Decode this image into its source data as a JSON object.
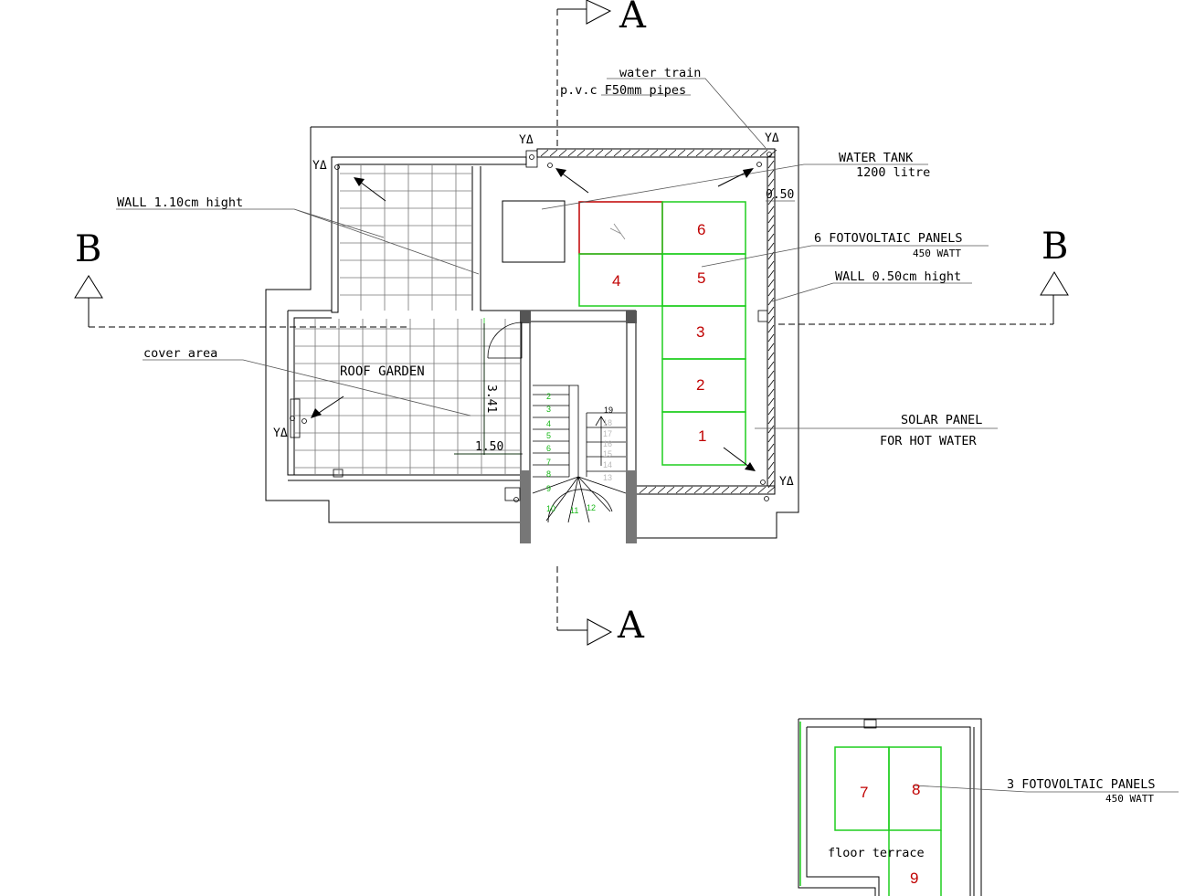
{
  "section_marks": {
    "a_top": "A",
    "a_bottom": "A",
    "b_left": "B",
    "b_right": "B"
  },
  "labels": {
    "water_train": "water train",
    "pvc_pipes": "p.v.c F50mm pipes",
    "water_tank": "WATER TANK",
    "water_tank_capacity": "1200 litre",
    "dim_050": "0.50",
    "wall_110": "WALL 1.10cm hight",
    "fv_panels_6": "6 FOTOVOLTAIC PANELS",
    "fv_watt_6": "450  WATT",
    "wall_050": "WALL  0.50cm hight",
    "cover_area": "cover area",
    "roof_garden": "ROOF  GARDEN",
    "dim_341": "3.41",
    "dim_150": "1.50",
    "solar_panel": "SOLAR  PANEL",
    "for_hot_water": "FOR  HOT  WATER",
    "fv_panels_3": "3  FOTOVOLTAIC  PANELS",
    "fv_watt_3": "450  WATT",
    "floor_terrace": "floor  terrace",
    "drain_mark": "ΥΔ"
  },
  "panels": [
    "6",
    "4",
    "5",
    "3",
    "2",
    "1",
    "7",
    "8",
    "9"
  ],
  "stairs": {
    "top_step": "19",
    "steps": [
      "2",
      "3",
      "4",
      "5",
      "6",
      "7",
      "8",
      "9",
      "10",
      "11",
      "12",
      "13",
      "14",
      "15",
      "16",
      "17",
      "18"
    ]
  },
  "colors": {
    "panel_outline": "#1fce1f",
    "panel_number": "#c00000",
    "step_number": "#18b818",
    "linework": "#000000"
  }
}
